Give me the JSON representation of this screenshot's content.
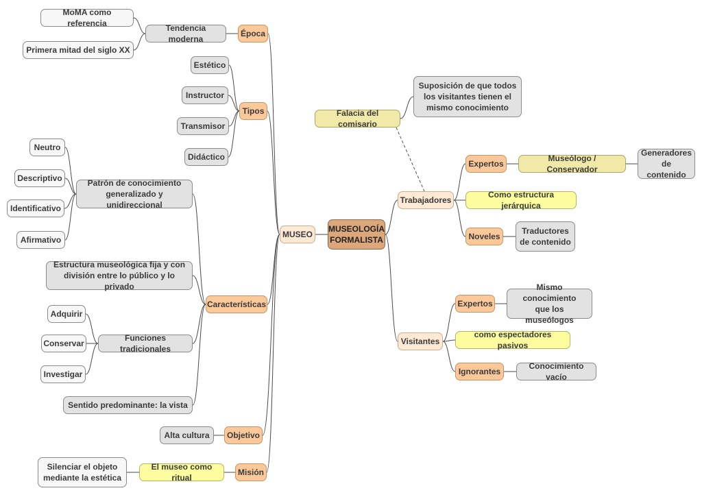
{
  "center": "MUSEOLOGÍA\nFORMALISTA",
  "left": {
    "museo": "MUSEO",
    "epoca": {
      "label": "Época",
      "tendencia": "Tendencia moderna",
      "items": [
        "MoMA como referencia",
        "Primera mitad del siglo XX"
      ]
    },
    "tipos": {
      "label": "Tipos",
      "items": [
        "Estético",
        "Instructor",
        "Transmisor",
        "Didáctico"
      ]
    },
    "caracteristicas": {
      "label": "Características",
      "patron": {
        "label": "Patrón de conocimiento\ngeneralizado y unidireccional",
        "items": [
          "Neutro",
          "Descriptivo",
          "Identificativo",
          "Afirmativo"
        ]
      },
      "estructura": "Estructura museológica fija y con\ndivisión entre lo público y lo privado",
      "funciones": {
        "label": "Funciones tradicionales",
        "items": [
          "Adquirir",
          "Conservar",
          "Investigar"
        ]
      },
      "sentido": "Sentido predominante: la vista"
    },
    "objetivo": {
      "label": "Objetivo",
      "item": "Alta cultura"
    },
    "mision": {
      "label": "Misión",
      "ritual": "El museo como ritual",
      "item": "Silenciar el objeto\nmediante la estética"
    }
  },
  "right": {
    "falacia": {
      "label": "Falacia del comisario",
      "note": "Suposición de que todos\nlos visitantes tienen el\nmismo conocimiento"
    },
    "trabajadores": {
      "label": "Trabajadores",
      "expertos": {
        "label": "Expertos",
        "museologo": "Museólogo / Conservador",
        "item": "Generadores\nde contenido"
      },
      "estructura": "Como estructura jerárquica",
      "noveles": {
        "label": "Noveles",
        "item": "Traductores\nde contenido"
      }
    },
    "visitantes": {
      "label": "Visitantes",
      "expertos": {
        "label": "Expertos",
        "item": "Mismo conocimiento\nque los museólogos"
      },
      "pasivos": "como espectadores pasivos",
      "ignorantes": {
        "label": "Ignorantes",
        "item": "Conocimiento vacío"
      }
    }
  },
  "colors": {
    "root": "#dca77b",
    "orange": "#fbc89a",
    "peach": "#fde9d4",
    "yellow": "#fdfda0",
    "khaki": "#f1e9a7",
    "grey": "#e2e2e2",
    "white": "#f7f7f7",
    "line": "#4a4a4a"
  }
}
